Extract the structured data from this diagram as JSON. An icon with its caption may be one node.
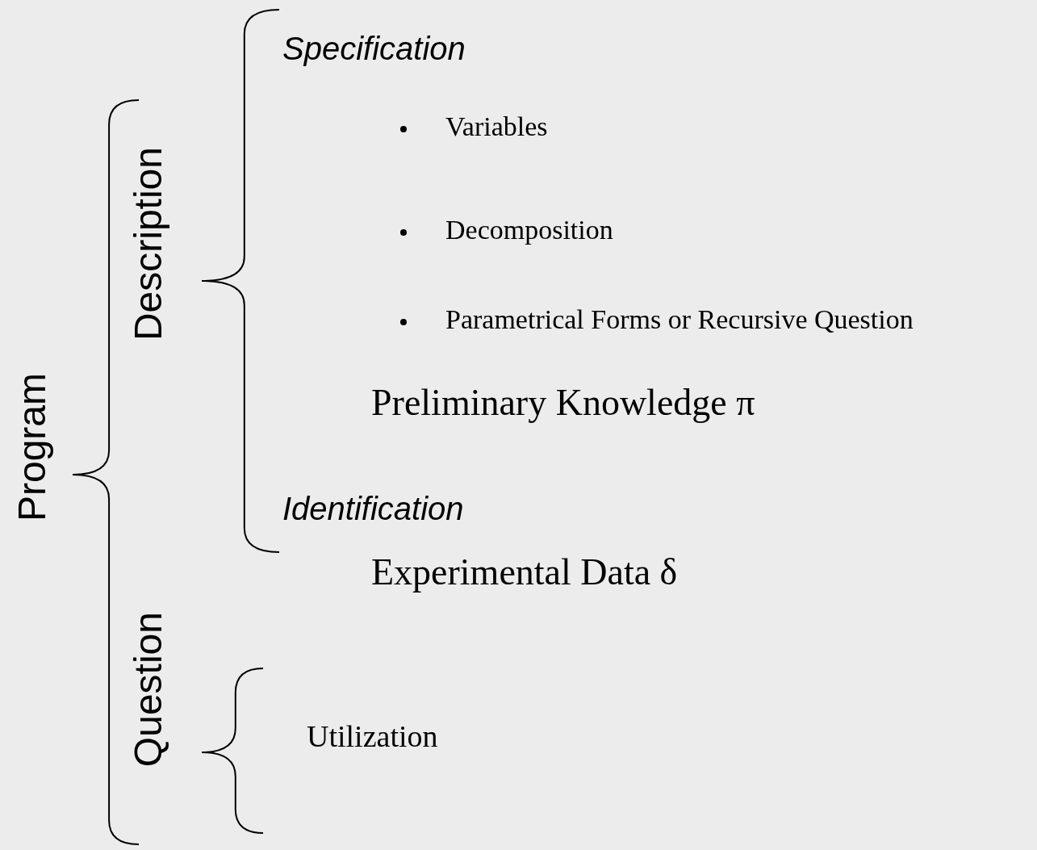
{
  "diagram": {
    "labels": [
      "Program",
      "Description",
      "Question",
      "Specification",
      "Variables",
      "Decomposition",
      "Parametrical Forms or Recursive Question",
      "Preliminary Knowledge π",
      "Identification",
      "Experimental Data δ",
      "Utilization"
    ]
  }
}
